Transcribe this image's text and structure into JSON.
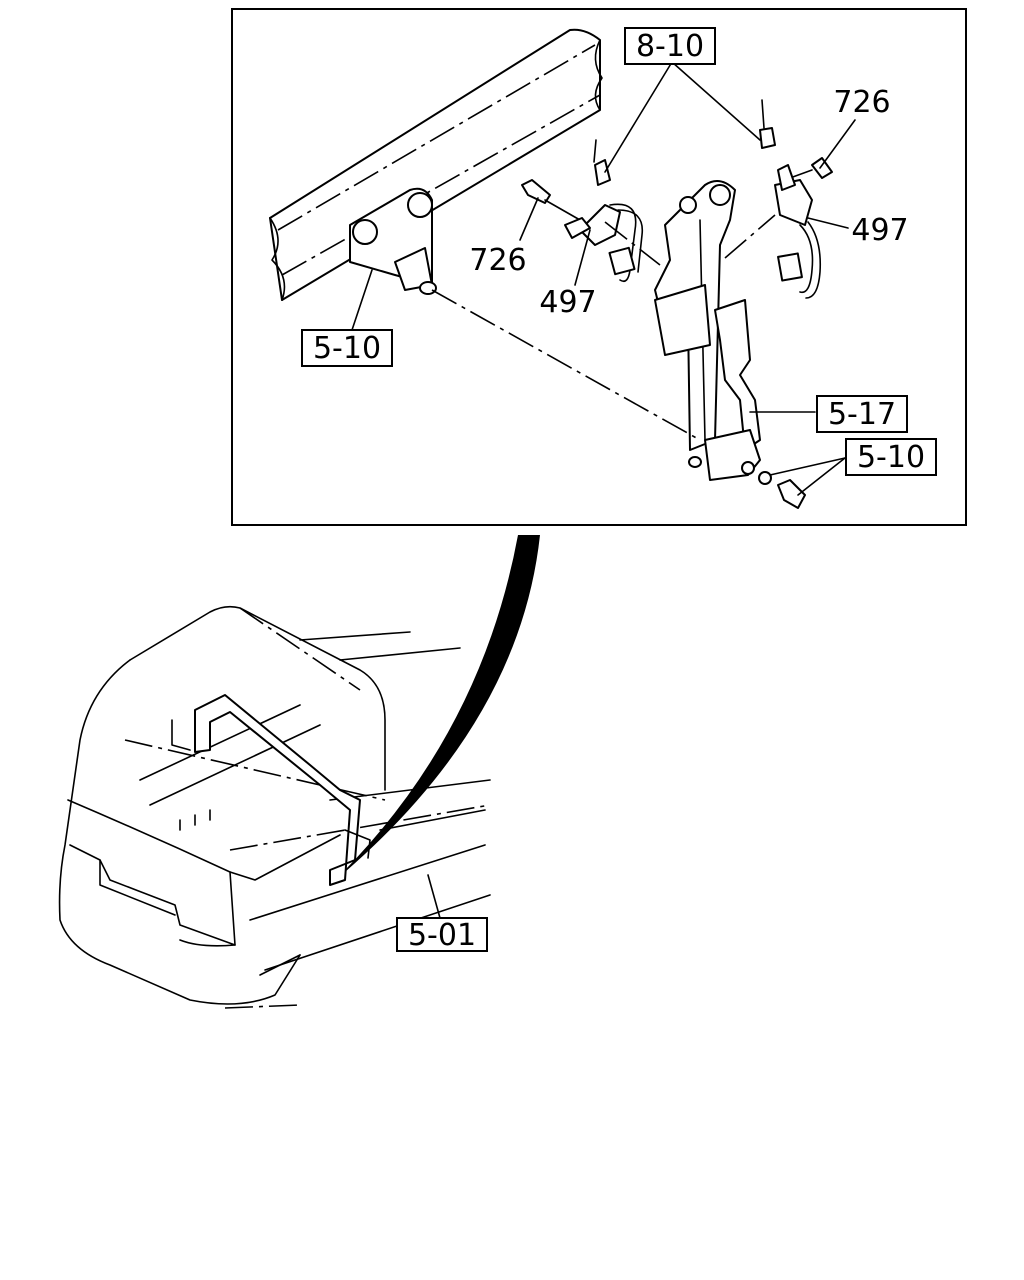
{
  "callouts": {
    "ref_8_10": "8-10",
    "ref_726_top": "726",
    "ref_726_left": "726",
    "ref_497_left": "497",
    "ref_497_right": "497",
    "ref_5_10_left": "5-10",
    "ref_5_17": "5-17",
    "ref_5_10_bottom": "5-10",
    "ref_5_01": "5-01"
  }
}
